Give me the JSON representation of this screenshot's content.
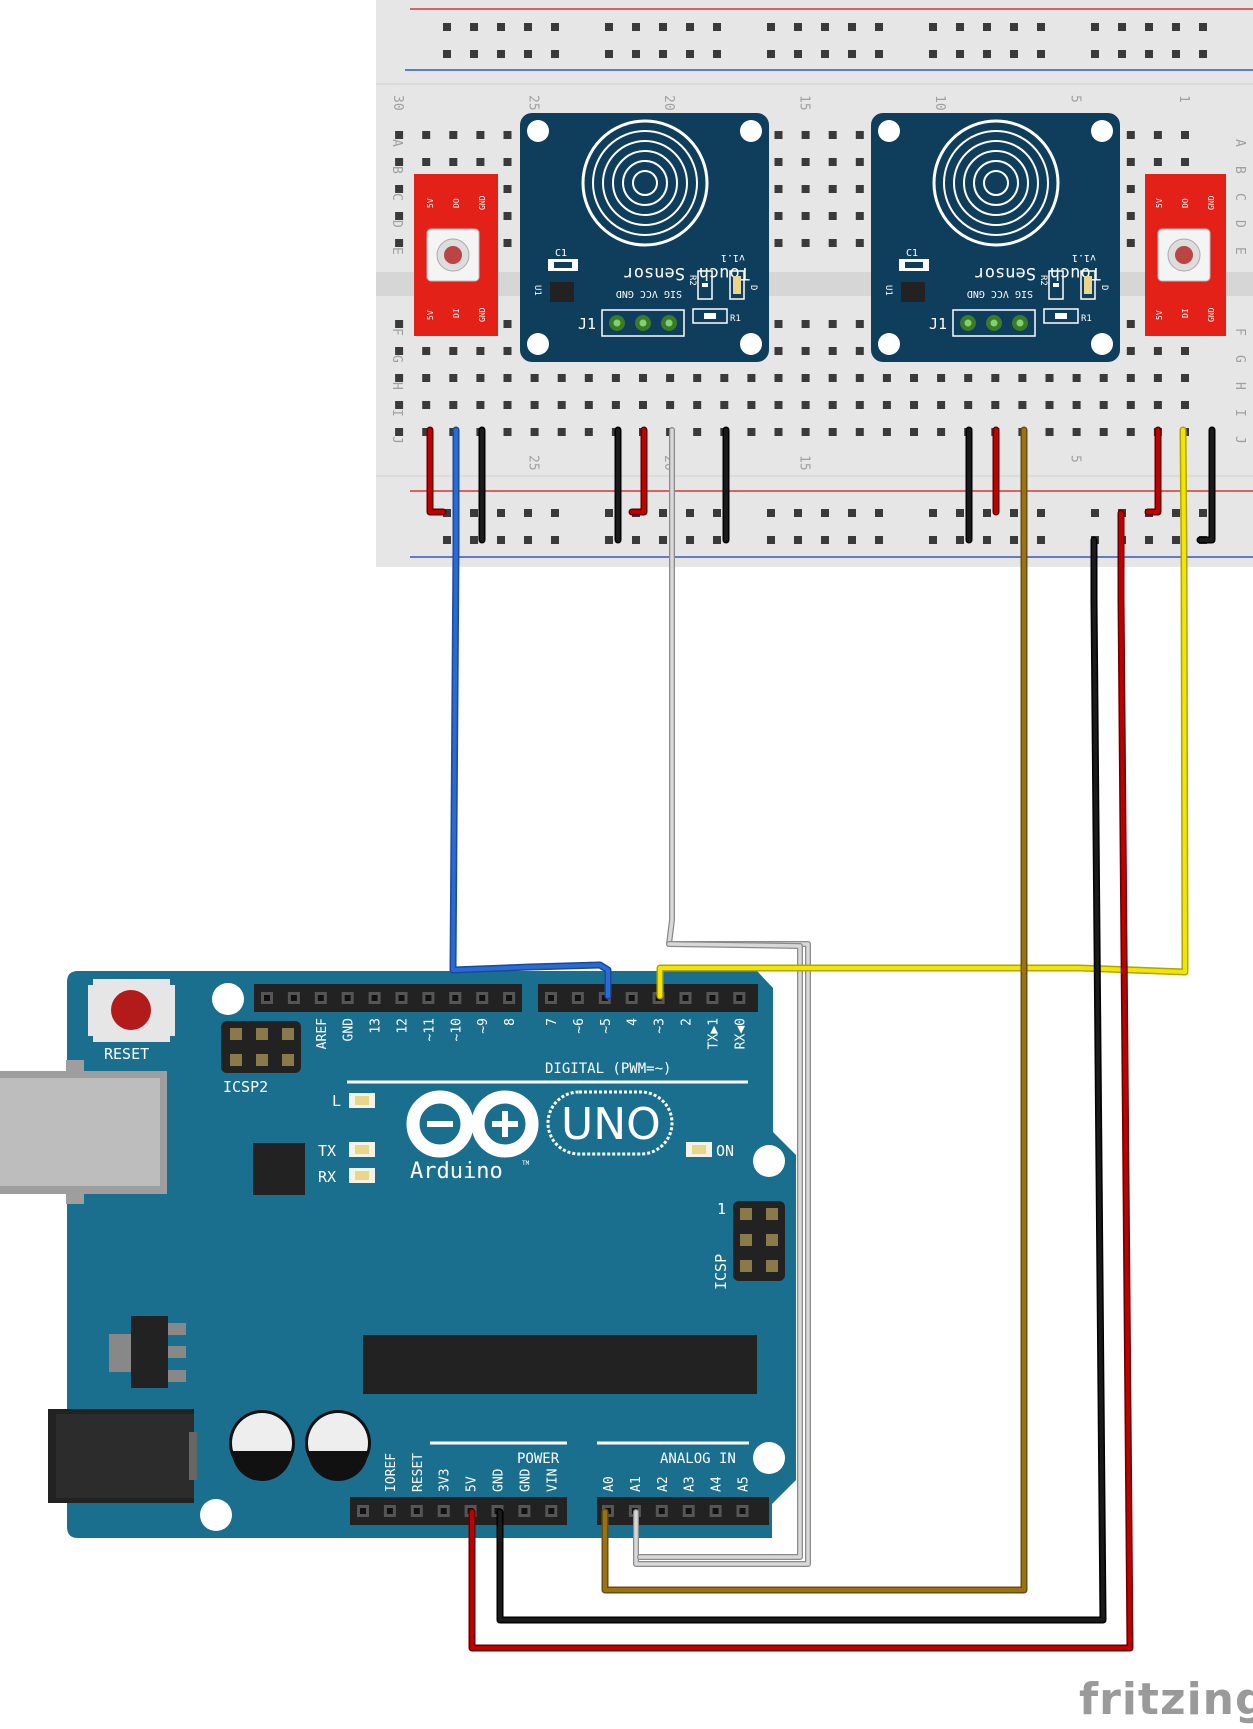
{
  "breadboard": {
    "column_numbers": [
      "30",
      "25",
      "20",
      "15",
      "10",
      "5",
      "1"
    ],
    "rows_top": [
      "A",
      "B",
      "C",
      "D",
      "E"
    ],
    "rows_bottom": [
      "F",
      "G",
      "H",
      "I",
      "J"
    ]
  },
  "touch_sensors": [
    {
      "title_line1": "Touch",
      "title_line2": "Sensor",
      "version": "v1.1",
      "pins": "SIG VCC GND",
      "connector": "J1",
      "c1": "C1",
      "u1": "U1",
      "r1": "R1",
      "r2": "R2",
      "d": "D"
    },
    {
      "title_line1": "Touch",
      "title_line2": "Sensor",
      "version": "v1.1",
      "pins": "SIG VCC GND",
      "connector": "J1",
      "c1": "C1",
      "u1": "U1",
      "r1": "R1",
      "r2": "R2",
      "d": "D"
    }
  ],
  "led_modules": [
    {
      "top_pins": [
        "5V",
        "DO",
        "GND"
      ],
      "bottom_pins": [
        "5V",
        "DI",
        "GND"
      ]
    },
    {
      "top_pins": [
        "5V",
        "DO",
        "GND"
      ],
      "bottom_pins": [
        "5V",
        "DI",
        "GND"
      ]
    }
  ],
  "arduino": {
    "reset": "RESET",
    "icsp2": "ICSP2",
    "icsp": "ICSP",
    "icsp_pin1": "1",
    "digital_pins_left": [
      "AREF",
      "GND",
      "13",
      "12",
      "~11",
      "~10",
      "~9",
      "8"
    ],
    "digital_pins_right": [
      "7",
      "~6",
      "~5",
      "4",
      "~3",
      "2",
      "TX▶1",
      "RX◀0"
    ],
    "digital_label": "DIGITAL (PWM=~)",
    "led_l": "L",
    "led_tx": "TX",
    "led_rx": "RX",
    "led_on": "ON",
    "brand": "Arduino",
    "tm": "TM",
    "model": "UNO",
    "power_label": "POWER",
    "power_pins": [
      "IOREF",
      "RESET",
      "3V3",
      "5V",
      "GND",
      "GND",
      "VIN"
    ],
    "analog_label": "ANALOG IN",
    "analog_pins": [
      "A0",
      "A1",
      "A2",
      "A3",
      "A4",
      "A5"
    ]
  },
  "watermark": "fritzing",
  "colors": {
    "board": "#1a6f8f",
    "sensor_board": "#0f3d5c",
    "led_board": "#e32119",
    "breadboard": "#e6e6e6",
    "wire_red": "#c00000",
    "wire_black": "#1a1a1a",
    "wire_blue": "#2a6ad4",
    "wire_white": "#bdbdbd",
    "wire_yellow": "#f2e600",
    "wire_brown": "#9a7214"
  }
}
